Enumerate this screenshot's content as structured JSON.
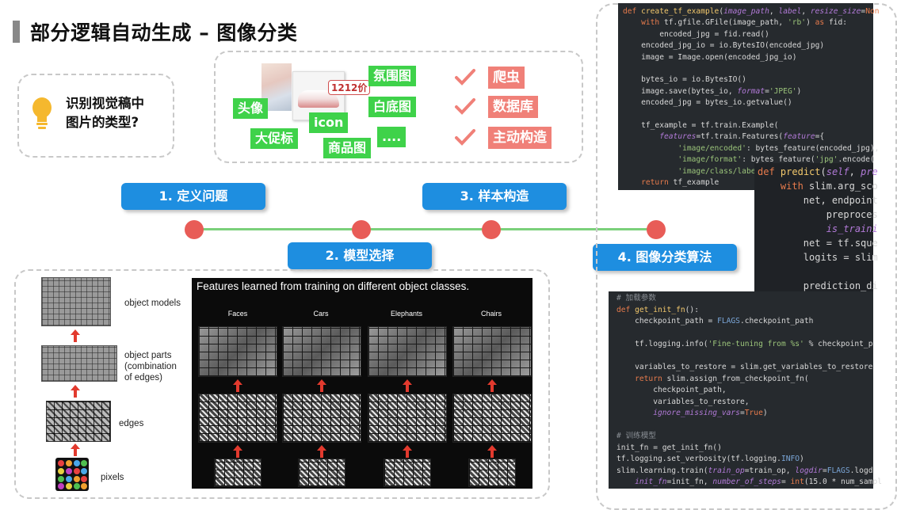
{
  "title": "部分逻辑自动生成 – 图像分类",
  "question": {
    "line1": "识别视觉稿中",
    "line2": "图片的类型?"
  },
  "image_tags": {
    "price_tag": "1212价",
    "green": [
      "头像",
      "icon",
      "大促标",
      "商品图",
      "氛围图",
      "白底图",
      "...."
    ],
    "sources": [
      "爬虫",
      "数据库",
      "主动构造"
    ]
  },
  "steps": [
    "1. 定义问题",
    "2. 模型选择",
    "3. 样本构造",
    "4. 图像分类算法"
  ],
  "colors": {
    "step_blue": "#1e8ee0",
    "tag_green": "#3fd24a",
    "tag_red": "#f08078",
    "timeline_dot": "#e85c57",
    "timeline_line": "#7bd07b"
  },
  "cnn_hierarchy": {
    "labels": [
      "object models",
      "object parts\n(combination\nof edges)",
      "edges",
      "pixels"
    ],
    "panel_title": "Features learned from training on different object classes.",
    "classes": [
      "Faces",
      "Cars",
      "Elephants",
      "Chairs"
    ]
  },
  "code_panels": {
    "panel1": [
      "def create_tf_example(image_path, label, resize_size=Non",
      "    with tf.gfile.GFile(image_path, 'rb') as fid:",
      "        encoded_jpg = fid.read()",
      "    encoded_jpg_io = io.BytesIO(encoded_jpg)",
      "    image = Image.open(encoded_jpg_io)",
      "",
      "    bytes_io = io.BytesIO()",
      "    image.save(bytes_io, format='JPEG')",
      "    encoded_jpg = bytes_io.getvalue()",
      "",
      "    tf_example = tf.train.Example(",
      "        features=tf.train.Features(feature={",
      "            'image/encoded': bytes_feature(encoded_jpg),",
      "            'image/format': bytes_feature('jpg'.encode(",
      "            'image/class/labe",
      "    return tf_example"
    ],
    "panel2": [
      "def predict(self, pre",
      "    with slim.arg_sco",
      "        net, endpoint",
      "            preproces",
      "            is_traini",
      "        net = tf.sque",
      "        logits = slim",
      "",
      "        prediction_di"
    ],
    "panel3": [
      "# 加载参数",
      "def get_init_fn():",
      "    checkpoint_path = FLAGS.checkpoint_path",
      "",
      "    tf.logging.info('Fine-tuning from %s' % checkpoint_p",
      "",
      "    variables_to_restore = slim.get_variables_to_restore",
      "    return slim.assign_from_checkpoint_fn(",
      "        checkpoint_path,",
      "        variables_to_restore,",
      "        ignore_missing_vars=True)",
      "",
      "# 训练模型",
      "init_fn = get_init_fn()",
      "tf.logging.set_verbosity(tf.logging.INFO)",
      "slim.learning.train(train_op=train_op, logdir=FLAGS.logd",
      "    init_fn=init_fn, number_of_steps= int(15.0 * num_sampl"
    ]
  }
}
